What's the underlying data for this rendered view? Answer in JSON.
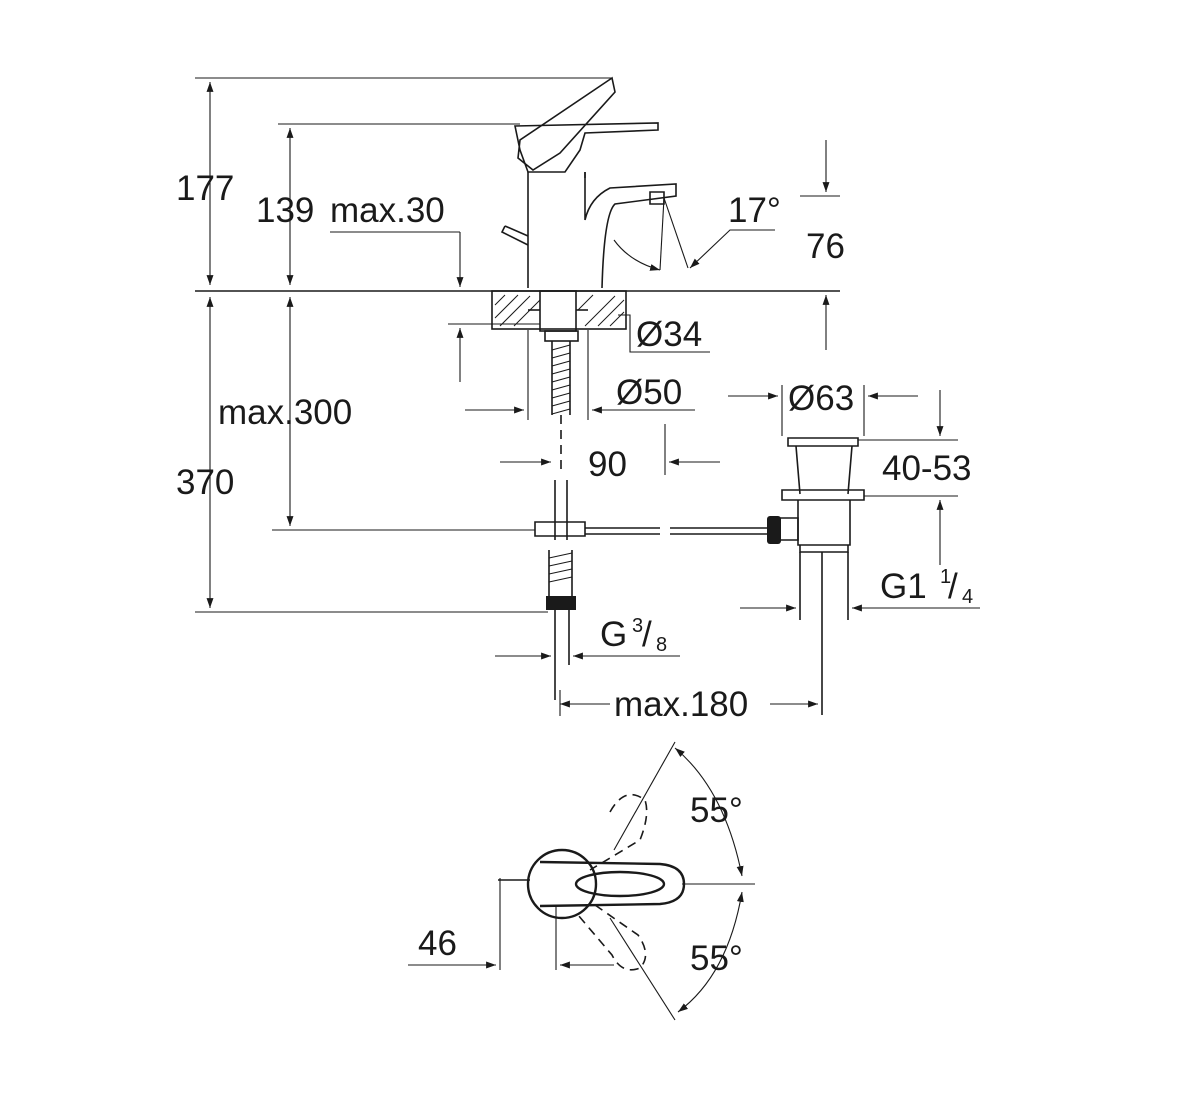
{
  "dimensions": {
    "d177": "177",
    "d139": "139",
    "max30": "max.30",
    "angle17": "17°",
    "d76": "76",
    "dia34": "Ø34",
    "dia50": "Ø50",
    "max300": "max.300",
    "d370": "370",
    "d90": "90",
    "dia63": "Ø63",
    "range4053": "40-53",
    "g114_main": "G1",
    "g114_num": "1",
    "g114_slash": "/",
    "g114_den": "4",
    "g38_main": "G",
    "g38_num": "3",
    "g38_slash": "/",
    "g38_den": "8",
    "max180": "max.180",
    "angle55_top": "55°",
    "angle55_bottom": "55°",
    "d46": "46"
  }
}
